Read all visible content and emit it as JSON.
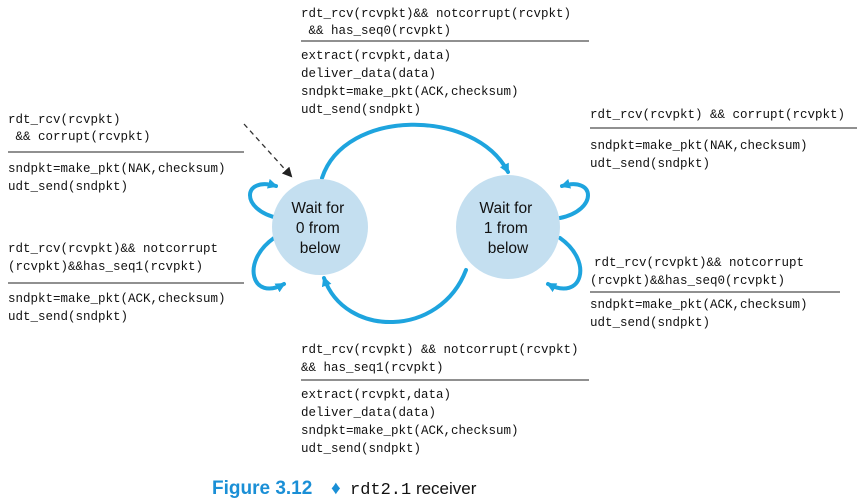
{
  "colors": {
    "state_fill": "#c4dff0",
    "arrow": "#1ea4de",
    "caption_blue": "#1a8fd6",
    "text": "#111111"
  },
  "states": {
    "wait0": [
      "Wait for",
      "0 from",
      "below"
    ],
    "wait1": [
      "Wait for",
      "1 from",
      "below"
    ]
  },
  "transitions": {
    "top": {
      "event": [
        "rdt_rcv(rcvpkt)&& notcorrupt(rcvpkt)",
        " && has_seq0(rcvpkt)"
      ],
      "action": [
        "extract(rcvpkt,data)",
        "deliver_data(data)",
        "sndpkt=make_pkt(ACK,checksum)",
        "udt_send(sndpkt)"
      ]
    },
    "bottom": {
      "event": [
        "rdt_rcv(rcvpkt) && notcorrupt(rcvpkt)",
        "&& has_seq1(rcvpkt)"
      ],
      "action": [
        "extract(rcvpkt,data)",
        "deliver_data(data)",
        "sndpkt=make_pkt(ACK,checksum)",
        "udt_send(sndpkt)"
      ]
    },
    "left_top": {
      "event": [
        "rdt_rcv(rcvpkt)",
        " && corrupt(rcvpkt)"
      ],
      "action": [
        "sndpkt=make_pkt(NAK,checksum)",
        "udt_send(sndpkt)"
      ]
    },
    "left_bottom": {
      "event": [
        "rdt_rcv(rcvpkt)&& notcorrupt",
        "(rcvpkt)&&has_seq1(rcvpkt)"
      ],
      "action": [
        "sndpkt=make_pkt(ACK,checksum)",
        "udt_send(sndpkt)"
      ]
    },
    "right_top": {
      "event": [
        "rdt_rcv(rcvpkt) && corrupt(rcvpkt)"
      ],
      "action": [
        "sndpkt=make_pkt(NAK,checksum)",
        "udt_send(sndpkt)"
      ]
    },
    "right_bottom": {
      "event": [
        "rdt_rcv(rcvpkt)&& notcorrupt",
        "(rcvpkt)&&has_seq0(rcvpkt)"
      ],
      "action": [
        "sndpkt=make_pkt(ACK,checksum)",
        "udt_send(sndpkt)"
      ]
    }
  },
  "caption": {
    "figure_label": "Figure 3.12",
    "separator": "♦",
    "protocol": "rdt2.1",
    "description": " receiver"
  }
}
